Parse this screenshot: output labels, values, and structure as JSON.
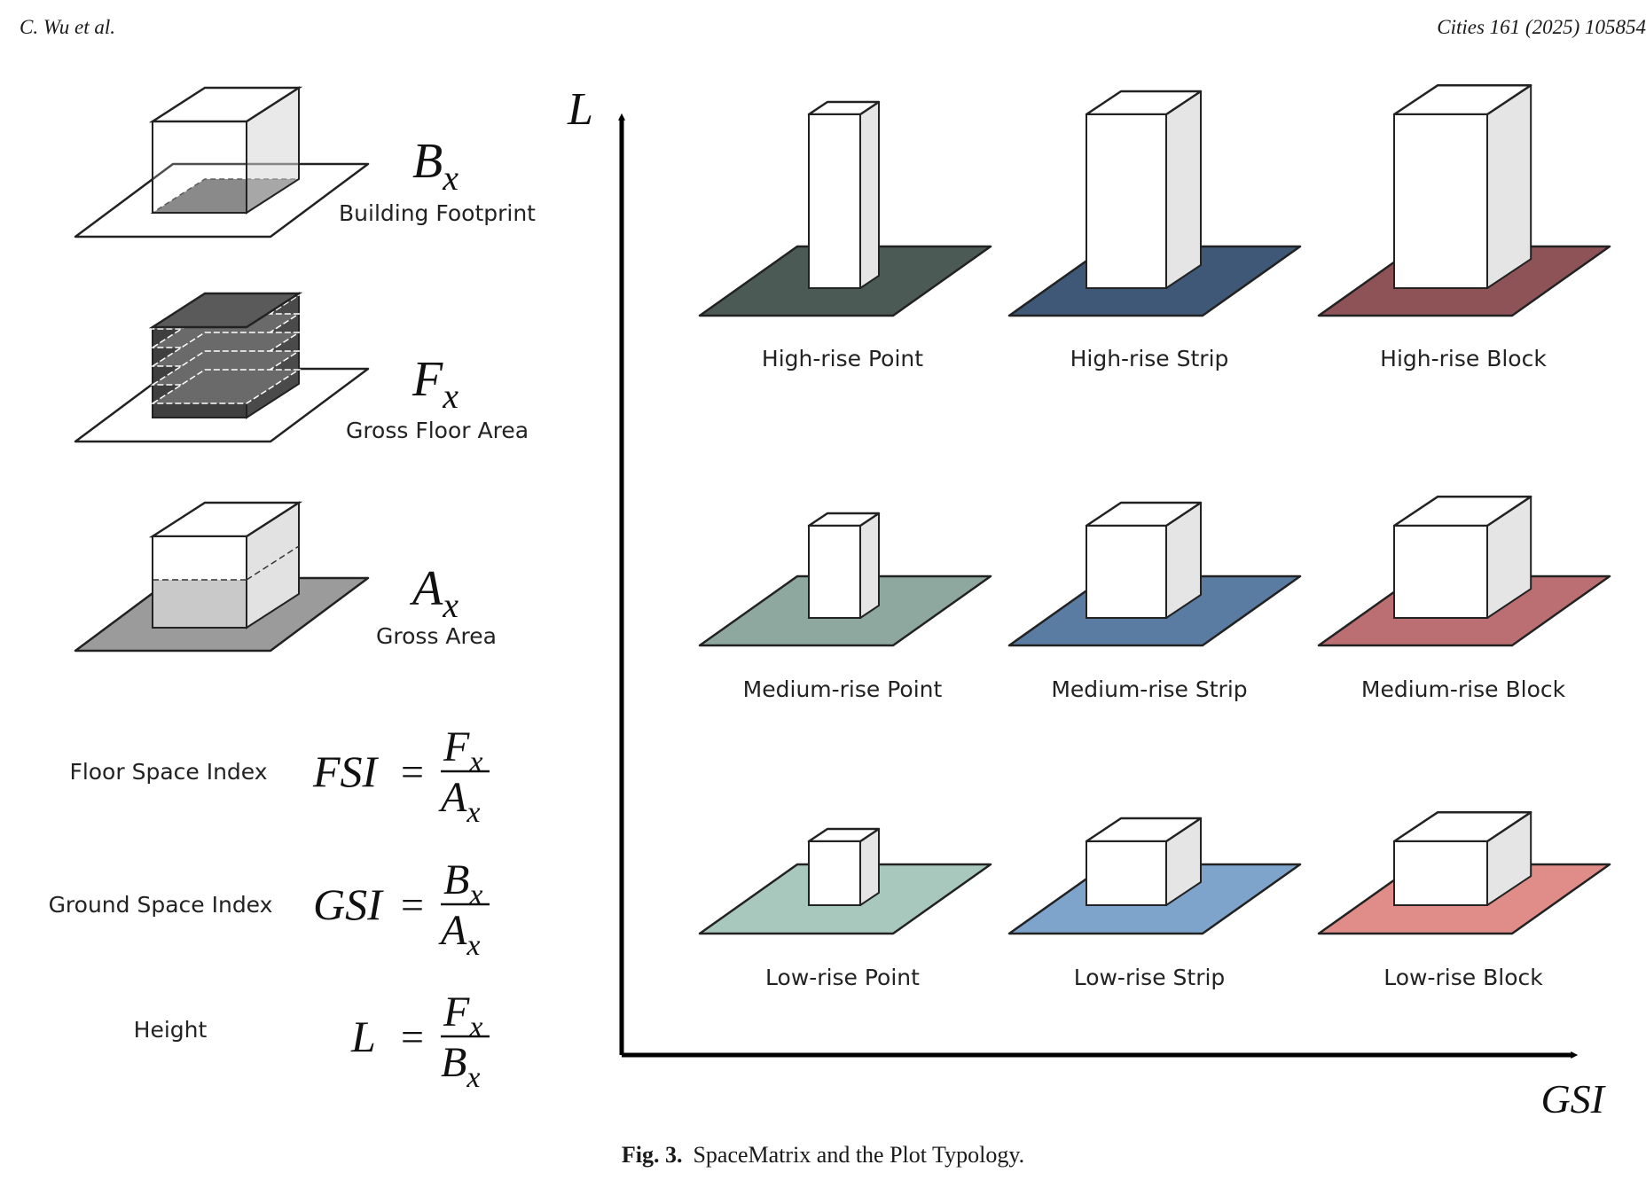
{
  "header": {
    "authors": "C. Wu et al.",
    "journal": "Cities 161 (2025) 105854"
  },
  "legend": {
    "items": [
      {
        "symbol": "B",
        "sub": "x",
        "label": "Building Footprint"
      },
      {
        "symbol": "F",
        "sub": "x",
        "label": "Gross Floor Area"
      },
      {
        "symbol": "A",
        "sub": "x",
        "label": "Gross Area"
      }
    ]
  },
  "formulas": [
    {
      "name": "Floor Space Index",
      "lhs": "FSI",
      "num": "F",
      "num_sub": "x",
      "den": "A",
      "den_sub": "x"
    },
    {
      "name": "Ground Space Index",
      "lhs": "GSI",
      "num": "B",
      "num_sub": "x",
      "den": "A",
      "den_sub": "x"
    },
    {
      "name": "Height",
      "lhs": "L",
      "num": "F",
      "num_sub": "x",
      "den": "B",
      "den_sub": "x"
    }
  ],
  "axes": {
    "y": "L",
    "x": "GSI"
  },
  "matrix": {
    "rows": [
      {
        "cells": [
          {
            "label": "High-rise Point",
            "color": "#4b5a54"
          },
          {
            "label": "High-rise Strip",
            "color": "#3f5877"
          },
          {
            "label": "High-rise Block",
            "color": "#8d5357"
          }
        ]
      },
      {
        "cells": [
          {
            "label": "Medium-rise Point",
            "color": "#8ea89f"
          },
          {
            "label": "Medium-rise Strip",
            "color": "#5b7ca2"
          },
          {
            "label": "Medium-rise Block",
            "color": "#bc6f73"
          }
        ]
      },
      {
        "cells": [
          {
            "label": "Low-rise Point",
            "color": "#a8c8bd"
          },
          {
            "label": "Low-rise Strip",
            "color": "#7ea4cc"
          },
          {
            "label": "Low-rise Block",
            "color": "#e08c89"
          }
        ]
      }
    ]
  },
  "caption": {
    "prefix": "Fig. 3.",
    "text": "SpaceMatrix and the Plot Typology."
  }
}
